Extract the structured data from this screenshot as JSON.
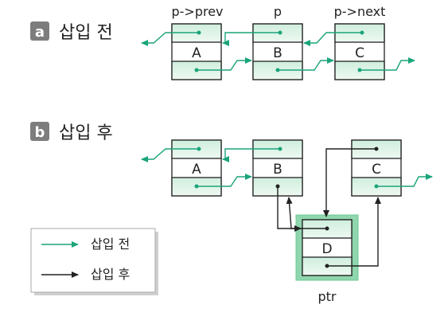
{
  "sections": {
    "before": {
      "badge": "a",
      "title": "삽입 전"
    },
    "after": {
      "badge": "b",
      "title": "삽입 후"
    }
  },
  "pointer_labels": {
    "prev": "p->prev",
    "p": "p",
    "next": "p->next",
    "ptr": "ptr"
  },
  "nodes_before": [
    "A",
    "B",
    "C"
  ],
  "nodes_after": [
    "A",
    "B",
    "C"
  ],
  "new_node": "D",
  "legend": {
    "before": "삽입 전",
    "after": "삽입 후"
  },
  "colors": {
    "node_fill": "#dff2e6",
    "node_fill_light": "#f1faf4",
    "new_node_border": "#7ccfa0",
    "link_before": "#1aa47a",
    "link_after": "#222222",
    "badge": "#7d7d7d"
  }
}
